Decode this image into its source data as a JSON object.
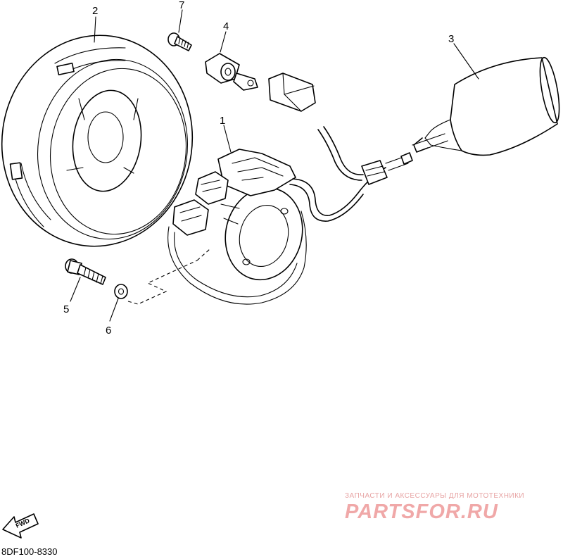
{
  "callouts": [
    {
      "id": "1",
      "text": "1"
    },
    {
      "id": "2",
      "text": "2"
    },
    {
      "id": "3",
      "text": "3"
    },
    {
      "id": "4",
      "text": "4"
    },
    {
      "id": "5",
      "text": "5"
    },
    {
      "id": "6",
      "text": "6"
    },
    {
      "id": "7",
      "text": "7"
    }
  ],
  "direction_arrow": {
    "label": "FWD"
  },
  "drawing_code": "8DF100-8330",
  "watermark": {
    "tagline": "ЗАПЧАСТИ И АКСЕССУАРЫ ДЛЯ МОТОТЕХНИКИ",
    "logo": "PARTSFOR.RU",
    "color": "#f0a8a8"
  }
}
